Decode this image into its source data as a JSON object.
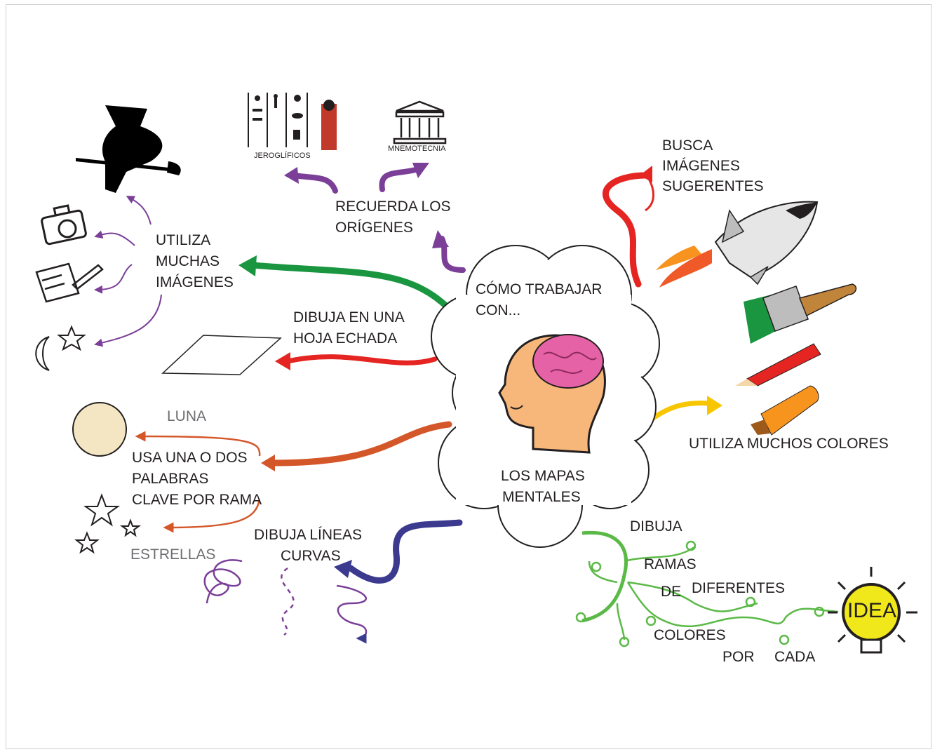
{
  "center": {
    "top_text": "CÓMO TRABAJAR CON...",
    "top_line1": "CÓMO TRABAJAR",
    "top_line2": "CON...",
    "bottom_line1": "LOS MAPAS",
    "bottom_line2": "MENTALES"
  },
  "branches": {
    "recuerda": {
      "line1": "RECUERDA LOS",
      "line2": "ORÍGENES",
      "sub1": "JEROGLÍFICOS",
      "sub2": "MNEMOTECNIA",
      "color": "#7b3f98"
    },
    "imagenes": {
      "line1": "UTILIZA",
      "line2": "MUCHAS",
      "line3": "IMÁGENES",
      "color": "#1a9641"
    },
    "hoja": {
      "line1": "DIBUJA EN UNA",
      "line2": "HOJA ECHADA",
      "color": "#e52521"
    },
    "palabras": {
      "line1": "USA UNA O DOS",
      "line2": "PALABRAS",
      "line3": "CLAVE POR RAMA",
      "sub1": "LUNA",
      "sub2": "ESTRELLAS",
      "color": "#d4572a"
    },
    "curvas": {
      "line1": "DIBUJA LÍNEAS",
      "line2": "CURVAS",
      "color": "#3b3a8f"
    },
    "busca": {
      "line1": "BUSCA",
      "line2": "IMÁGENES",
      "line3": "SUGERENTES",
      "color": "#e52521"
    },
    "colores": {
      "line1": "UTILIZA MUCHOS COLORES",
      "color": "#f7c600"
    },
    "ramas": {
      "w1": "DIBUJA",
      "w2": "RAMAS",
      "w3": "DE",
      "w4": "DIFERENTES",
      "w5": "COLORES",
      "w6": "POR",
      "w7": "CADA",
      "idea": "IDEA",
      "color": "#5bb947"
    }
  },
  "icons": [
    "witch-icon",
    "camera-icon",
    "sketch-icon",
    "moon-star-icon",
    "hieroglyphs-icon",
    "temple-icon",
    "space-shuttle-icon",
    "paintbrush-icon",
    "pencil-icon",
    "marker-icon",
    "head-brain-icon",
    "moon-icon",
    "stars-icon",
    "lightbulb-icon",
    "paper-sheet-icon"
  ]
}
